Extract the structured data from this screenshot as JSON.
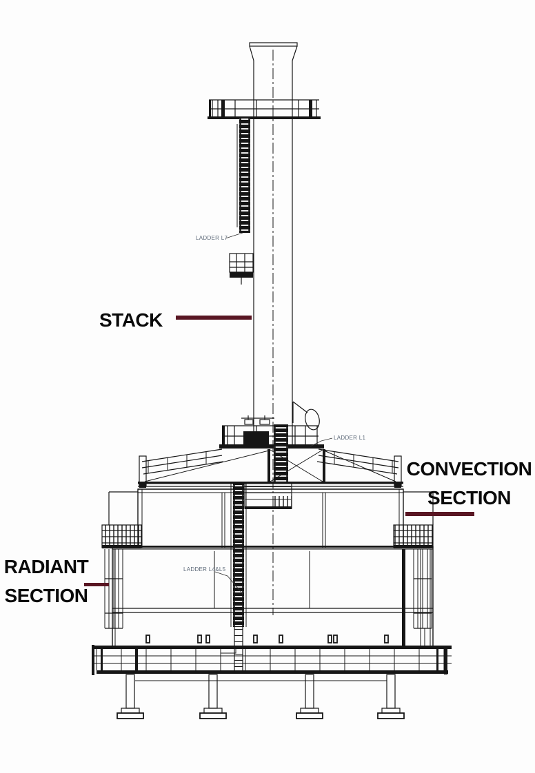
{
  "page": {
    "background": "#fdfdfd"
  },
  "colors": {
    "callout_line": "#591623",
    "drawing_ink": "#161616",
    "small_label_text": "#5f6b7a",
    "annotation_text": "#0a0a0a"
  },
  "annotations": {
    "stack_label": "STACK",
    "convection_label": "CONVECTION SECTION",
    "radiant_label": "RADIANT SECTION"
  },
  "drawing_labels": {
    "ladder_l7": "LADDER L7",
    "ladder_l1": "LADDER L1",
    "ladder_l4_l5": "LADDER L4&L5"
  }
}
